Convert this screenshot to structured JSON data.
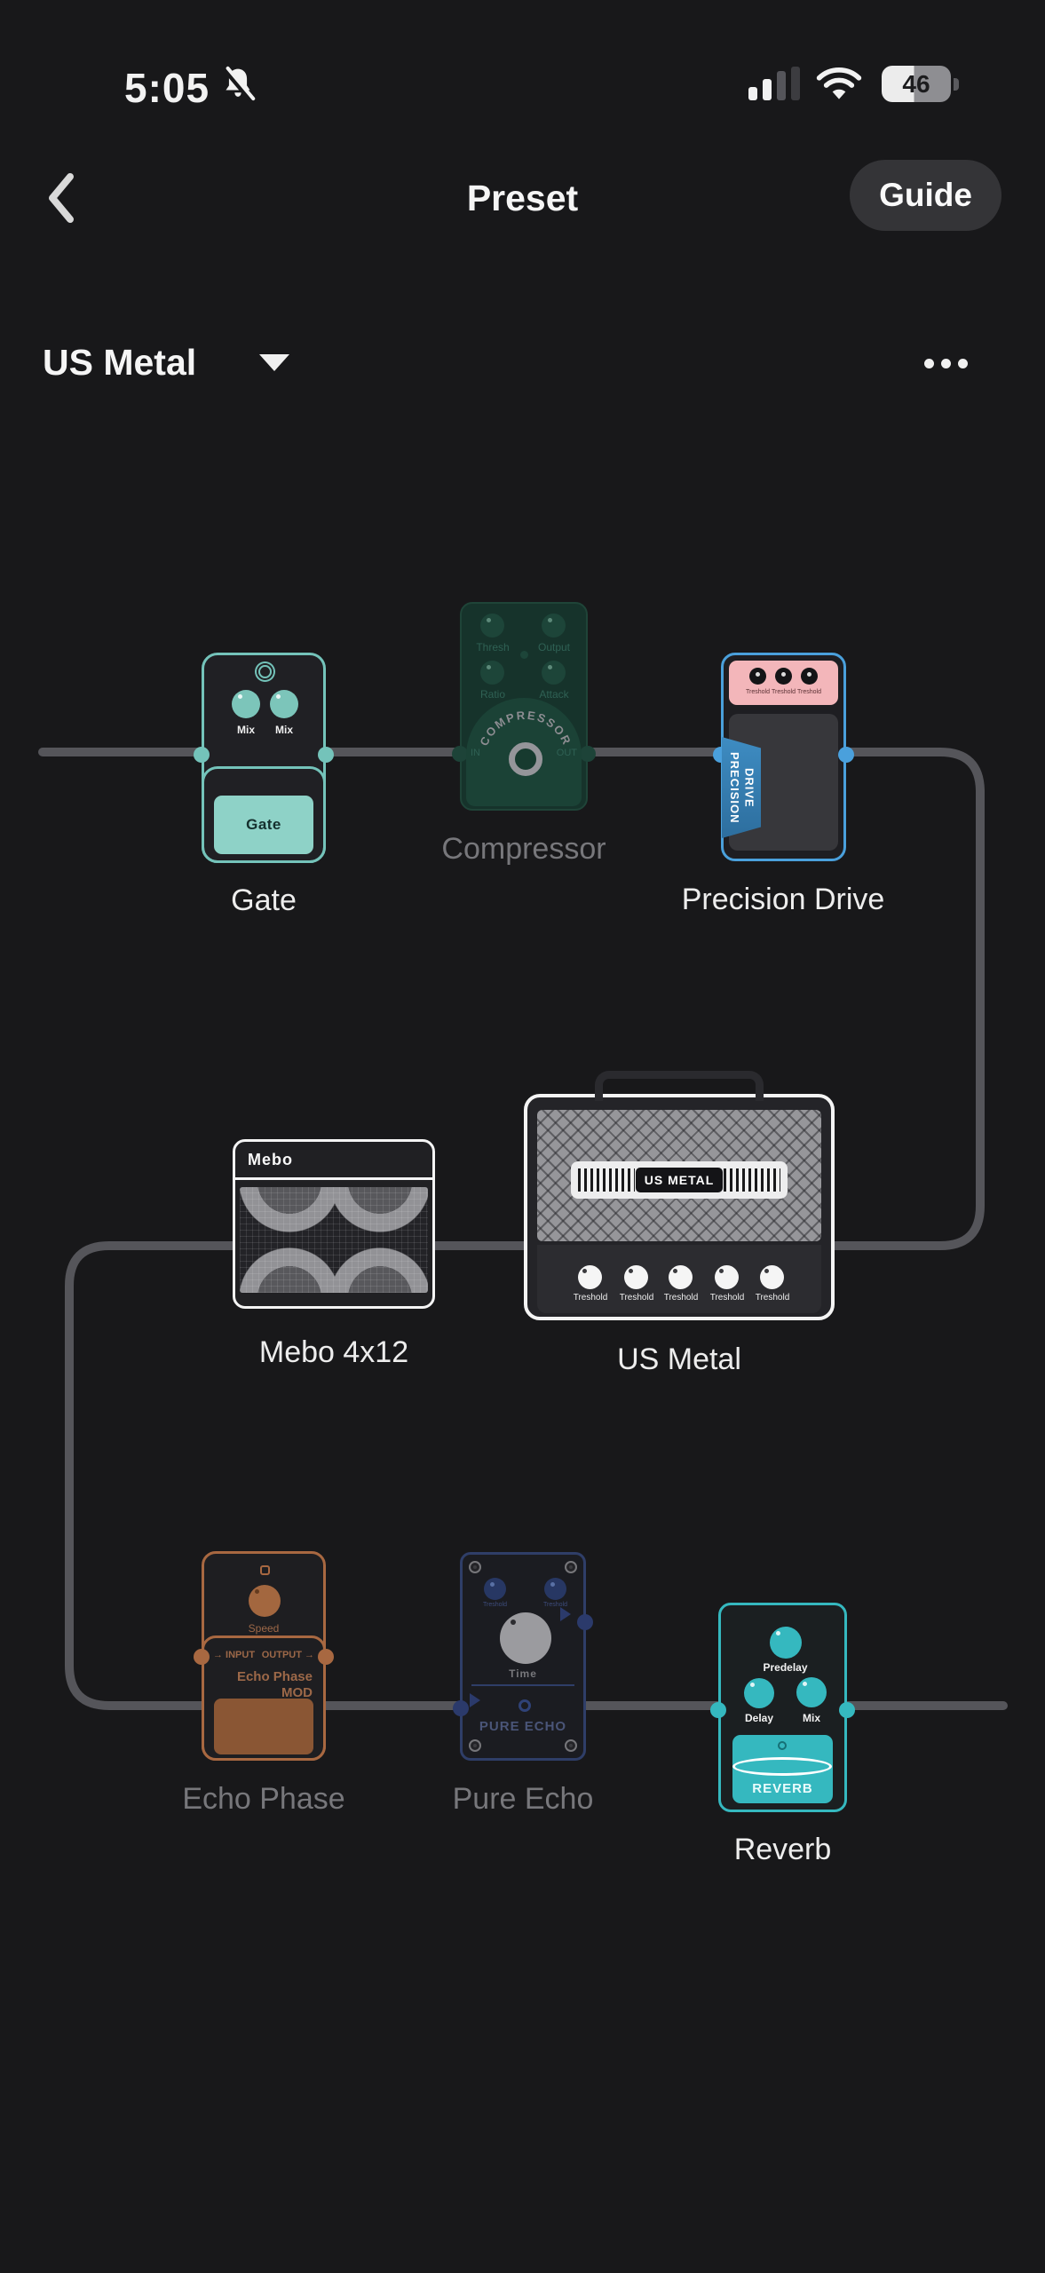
{
  "status_bar": {
    "time": "5:05",
    "battery_percent": "46"
  },
  "header": {
    "title": "Preset",
    "guide_label": "Guide"
  },
  "preset_bar": {
    "name": "US Metal"
  },
  "colors": {
    "background": "#18181a",
    "wire": "#55555a",
    "gate_teal": "#74c3ba",
    "reverb_teal": "#35b8bf",
    "drive_blue": "#4aa0dc",
    "drive_pink": "#f3b6ba",
    "echo_orange": "#a86841",
    "pure_echo_navy": "#2f3e68",
    "compressor_green": "#1b4236",
    "inactive_label": "#77777b",
    "active_label": "#ededed"
  },
  "pedals": {
    "gate": {
      "label": "Gate",
      "knob_labels": [
        "Mix",
        "Mix"
      ],
      "footswitch": "Gate"
    },
    "compressor": {
      "label": "Compressor",
      "knob_labels": [
        "Thresh",
        "Output",
        "Ratio",
        "Attack"
      ],
      "arc_text": "COMPRESSOR",
      "in_label": "IN",
      "out_label": "OUT"
    },
    "precision_drive": {
      "label": "Precision Drive",
      "knob_labels": [
        "Treshold",
        "Treshold",
        "Treshold"
      ],
      "banner": "PRECISION\nDRIVE"
    },
    "mebo": {
      "label": "Mebo 4x12",
      "logo": "Mebo"
    },
    "us_metal": {
      "label": "US Metal",
      "badge": "US METAL",
      "knob_labels": [
        "Treshold",
        "Treshold",
        "Treshold",
        "Treshold",
        "Treshold"
      ]
    },
    "echo_phase": {
      "label": "Echo Phase",
      "knob_label": "Speed",
      "input_label": "→ INPUT",
      "output_label": "OUTPUT →",
      "name_line1": "Echo Phase",
      "name_line2": "MOD"
    },
    "pure_echo": {
      "label": "Pure Echo",
      "knob_labels": [
        "Treshold",
        "Treshold"
      ],
      "big_knob_label": "Time",
      "name_text": "PURE ECHO"
    },
    "reverb": {
      "label": "Reverb",
      "knob_labels": [
        "Predelay",
        "Delay",
        "Mix"
      ],
      "footswitch": "REVERB"
    }
  }
}
